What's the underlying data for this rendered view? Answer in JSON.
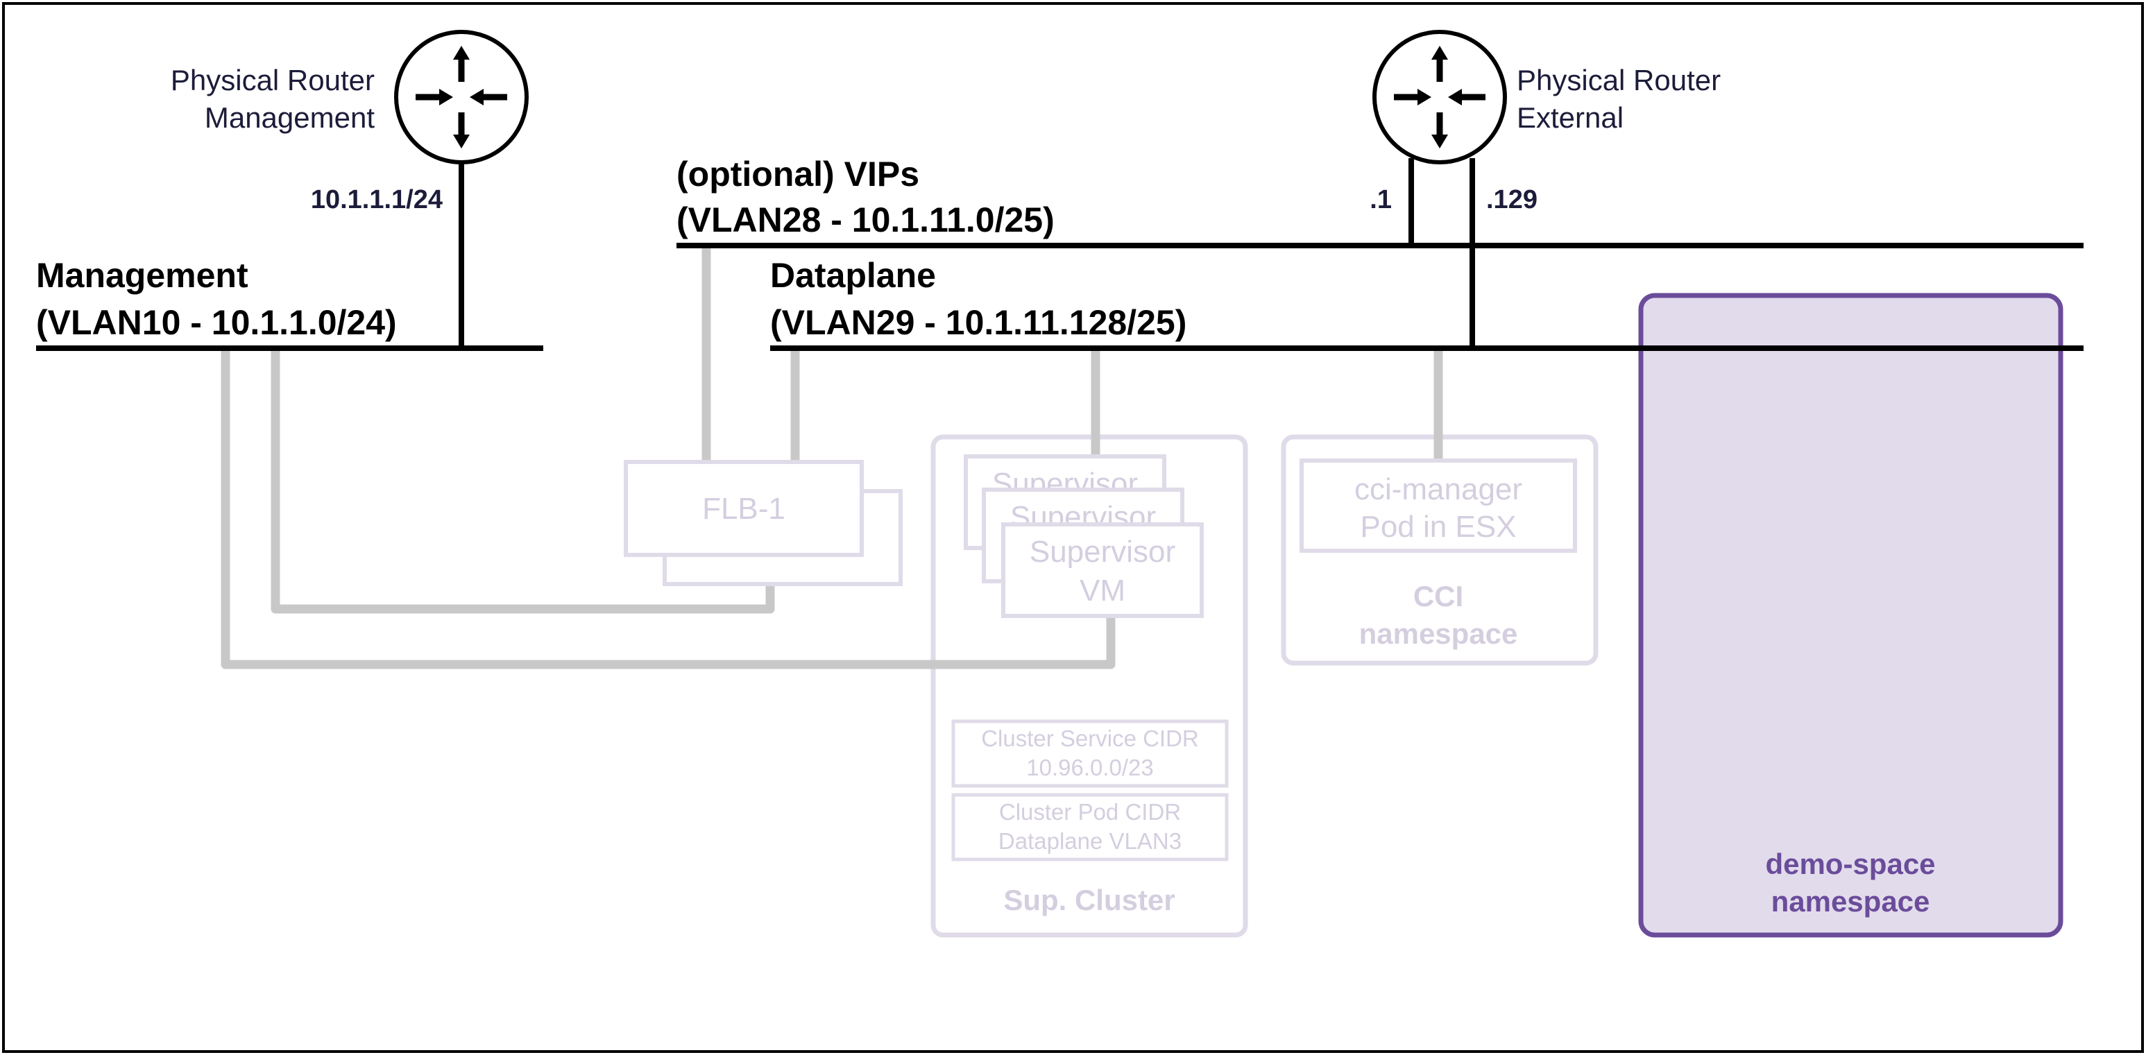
{
  "routers": {
    "management": {
      "line1": "Physical Router",
      "line2": "Management",
      "ip": "10.1.1.1/24"
    },
    "external": {
      "line1": "Physical Router",
      "line2": "External",
      "ip_vips": ".1",
      "ip_dataplane": ".129"
    }
  },
  "networks": {
    "management": {
      "line1": "Management",
      "line2": "(VLAN10 - 10.1.1.0/24)"
    },
    "vips": {
      "line1": "(optional) VIPs",
      "line2": "(VLAN28 - 10.1.11.0/25)"
    },
    "dataplane": {
      "line1": "Dataplane",
      "line2": "(VLAN29 - 10.1.11.128/25)"
    }
  },
  "nodes": {
    "flb": {
      "label": "FLB-1"
    },
    "supervisor": {
      "back1": "Supervisor",
      "back2": "Supervisor",
      "front1": "Supervisor",
      "front2": "VM"
    },
    "sup_cluster": {
      "service_cidr_1": "Cluster Service CIDR",
      "service_cidr_2": "10.96.0.0/23",
      "pod_cidr_1": "Cluster Pod CIDR",
      "pod_cidr_2": "Dataplane VLAN3",
      "title": "Sup. Cluster"
    },
    "cci": {
      "pod1": "cci-manager",
      "pod2": "Pod in ESX",
      "ns1": "CCI",
      "ns2": "namespace"
    },
    "demo": {
      "line1": "demo-space",
      "line2": "namespace"
    }
  },
  "colors": {
    "network_line": "#000000",
    "link_line": "#c8c8c8",
    "faded_border": "#e0dbe8",
    "faded_text": "#d4cedf",
    "demo_fill": "#e2dbec",
    "demo_border": "#6b4c9a",
    "demo_text": "#6b4c9a"
  },
  "icons": [
    "router-icon"
  ]
}
